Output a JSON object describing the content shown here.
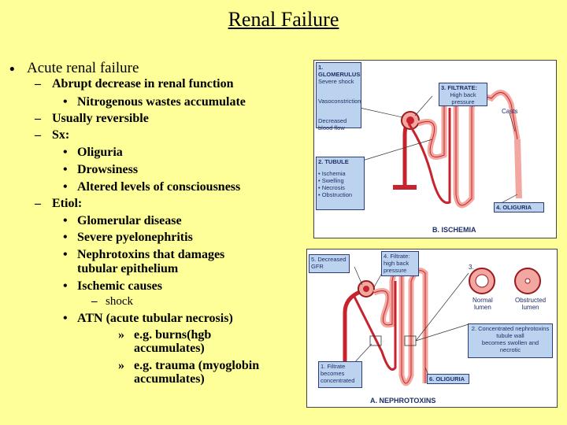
{
  "title": "Renal Failure",
  "outline": {
    "heading": "Acute renal failure",
    "items": [
      "Abrupt decrease in renal function",
      "Nitrogenous wastes accumulate",
      "Usually reversible",
      "Sx:",
      "Oliguria",
      "Drowsiness",
      "Altered levels of consciousness",
      "Etiol:",
      "Glomerular disease",
      "Severe pyelonephritis",
      "Nephrotoxins that damages",
      "tubular epithelium",
      "Ischemic causes",
      "shock",
      "ATN (acute tubular necrosis)",
      "e.g. burns(hgb",
      "accumulates)",
      "e.g. trauma (myoglobin",
      "accumulates)"
    ]
  },
  "figure_b": {
    "glomerulus_title": "1. GLOMERULUS",
    "glomerulus_lines": [
      "Severe shock",
      "Vasoconstriction",
      "Decreased",
      "blood flow"
    ],
    "filtrate_title": "3. FILTRATE:",
    "filtrate_lines": [
      "High back",
      "pressure"
    ],
    "casts": "Casts",
    "tubule_title": "2. TUBULE",
    "tubule_lines": [
      "• Ischemia",
      "• Swelling",
      "• Necrosis",
      "• Obstruction"
    ],
    "oliguria": "4. OLIGURIA",
    "caption": "B. ISCHEMIA"
  },
  "figure_a": {
    "decreased_gfr": [
      "5. Decreased",
      "GFR"
    ],
    "filtrate": [
      "4. Filtrate:",
      "high back",
      "pressure"
    ],
    "step3": "3.",
    "normal_lumen": [
      "Normal",
      "lumen"
    ],
    "obstructed_lumen": [
      "Obstructed",
      "lumen"
    ],
    "concentrated": [
      "2. Concentrated nephrotoxins",
      "tubule wall",
      "becomes swollen and",
      "necrotic"
    ],
    "filtrate_concentrated": [
      "1. Filtrate",
      "becomes",
      "concentrated"
    ],
    "oliguria": "6. OLIGURIA",
    "caption": "A. NEPHROTOXINS"
  },
  "colors": {
    "background": "#ffff99",
    "vessel_red": "#c8232c",
    "tubule_pink": "#f2a7a0",
    "label_blue": "#bcd3ef"
  }
}
